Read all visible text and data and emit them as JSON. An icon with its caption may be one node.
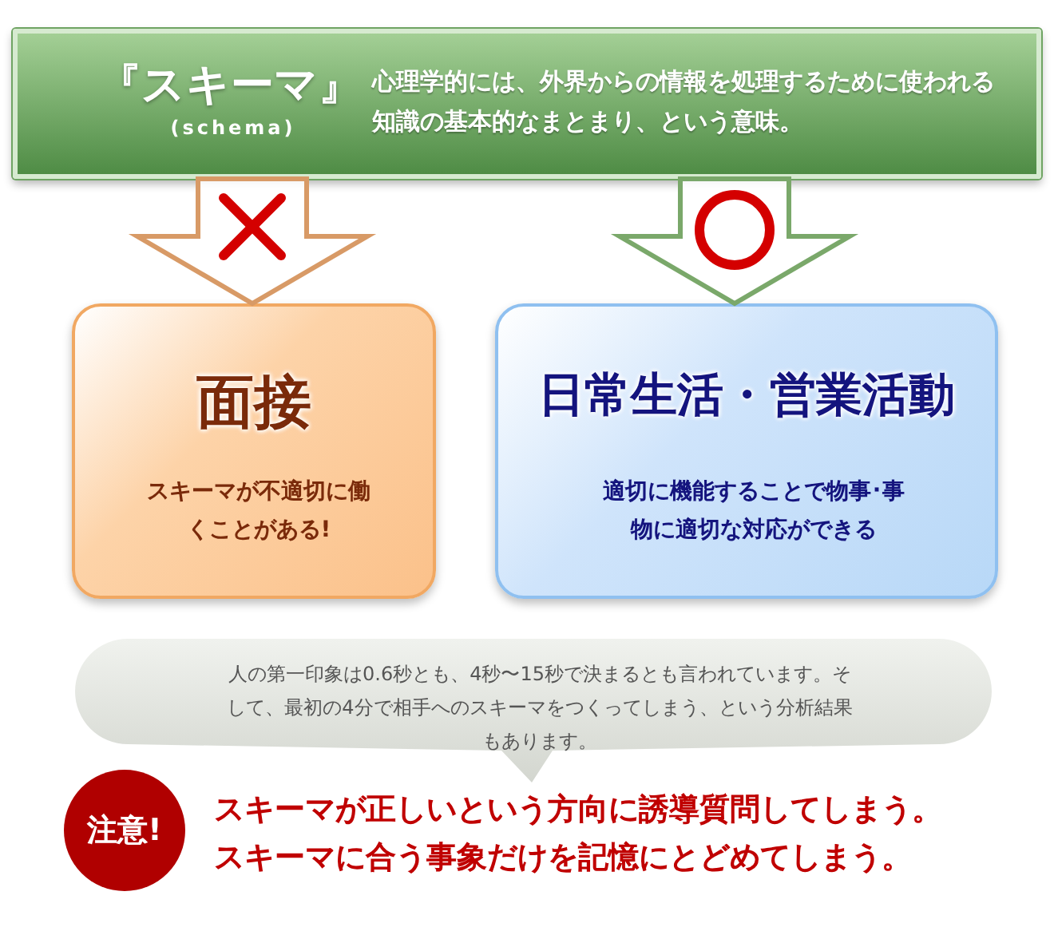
{
  "diagram": {
    "nodes": [
      {
        "text": [
          "『スキーマ』",
          "(schema)",
          "心理学的には、外界からの情報を処理するために使われる知識の基本的なまとまり、という意味。"
        ]
      },
      {
        "text": [
          "面接",
          "スキーマが不適切に働くことがある!"
        ]
      },
      {
        "text": [
          "日常生活・営業活動",
          "適切に機能することで物事･事物に適切な対応ができる"
        ]
      },
      {
        "text": [
          "人の第一印象は0.6秒とも、4秒〜15秒で決まるとも言われています。そして、最初の4分で相手へのスキーマをつくってしまう、という分析結果もあります。"
        ]
      },
      {
        "text": [
          "注意!"
        ],
        "beside": [
          "スキーマが正しいという方向に誘導質問してしまう。",
          "スキーマに合う事象だけを記憶にとどめてしまう。"
        ]
      }
    ],
    "edges": [
      {
        "from": 0,
        "to": 1,
        "arrow": "to",
        "color": "#d89a66"
      },
      {
        "from": 0,
        "to": 2,
        "arrow": "to",
        "color": "#7aa86a"
      }
    ]
  }
}
